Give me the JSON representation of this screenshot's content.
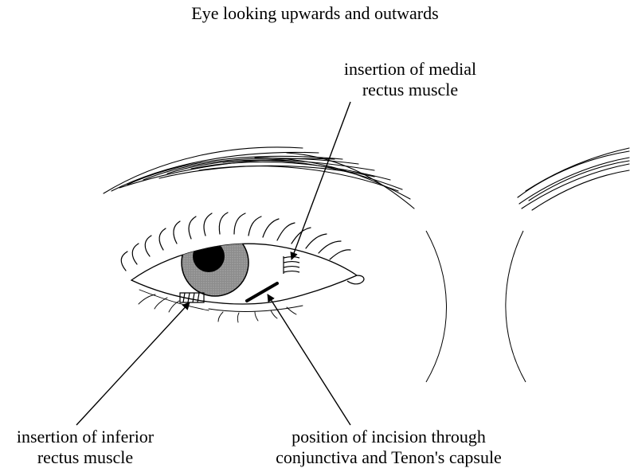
{
  "title": "Eye looking upwards and outwards",
  "labels": {
    "medial": [
      "insertion of medial",
      "rectus muscle"
    ],
    "inferior": [
      "insertion of inferior",
      "rectus muscle"
    ],
    "incision": [
      "position of incision through",
      "conjunctiva and Tenon's capsule"
    ]
  },
  "colors": {
    "ink": "#000000",
    "iris": "#8c8c8c",
    "background": "#ffffff"
  }
}
